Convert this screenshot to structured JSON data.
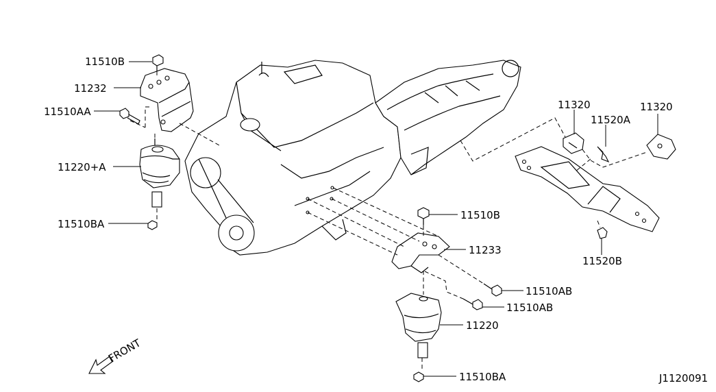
{
  "callouts": {
    "c_11510B_top": "11510B",
    "c_11232": "11232",
    "c_11510AA": "11510AA",
    "c_11220A": "11220+A",
    "c_11510BA_left": "11510BA",
    "c_11510B_mid": "11510B",
    "c_11233": "11233",
    "c_11510AB_1": "11510AB",
    "c_11510AB_2": "11510AB",
    "c_11220": "11220",
    "c_11510BA_bottom": "11510BA",
    "c_11320_left": "11320",
    "c_11520A": "11520A",
    "c_11320_right": "11320",
    "c_11520B": "11520B"
  },
  "front_label": "FRONT",
  "diagram_code": "J1120091"
}
